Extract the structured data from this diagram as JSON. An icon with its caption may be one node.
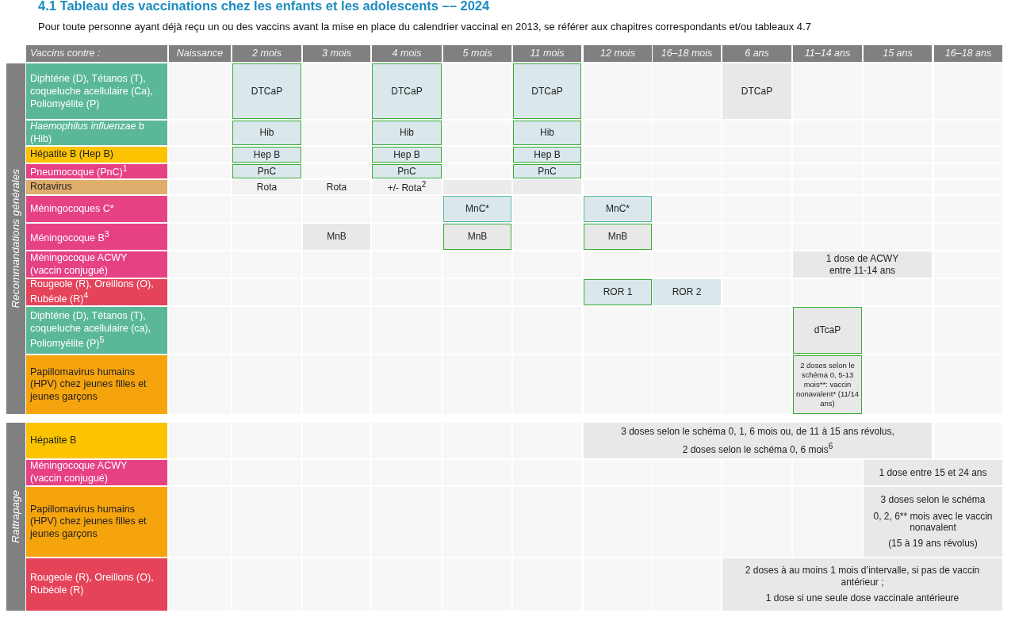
{
  "diagram": {
    "title": "4.1 Tableau des vaccinations chez les enfants et les adolescents –– 2024",
    "labels": [
      "Pour toute personne ayant déjà reçu un ou des vaccins avant la mise en place du calendrier vaccinal en 2013, se référer aux chapitres correspondants et/ou tableaux 4.7"
    ],
    "nodes": [
      {
        "text": [
          "Vaccins contre :"
        ]
      },
      {
        "text": [
          "Naissance"
        ]
      },
      {
        "text": [
          "2 mois"
        ]
      },
      {
        "text": [
          "3 mois"
        ]
      },
      {
        "text": [
          "4 mois"
        ]
      },
      {
        "text": [
          "5 mois"
        ]
      },
      {
        "text": [
          "11 mois"
        ]
      },
      {
        "text": [
          "12 mois"
        ]
      },
      {
        "text": [
          "16–18 mois"
        ]
      },
      {
        "text": [
          "6 ans"
        ]
      },
      {
        "text": [
          "11–14 ans"
        ]
      },
      {
        "text": [
          "15 ans"
        ]
      },
      {
        "text": [
          "16–18 ans"
        ]
      },
      {
        "text": [
          "Recommandations générales"
        ]
      },
      {
        "text": [
          "Diphtérie (D), Tétanos (T), coqueluche acellulaire (Ca), Poliomyélite (P)"
        ]
      },
      {
        "text": [
          "DTCaP"
        ]
      },
      {
        "text": [
          "DTCaP"
        ]
      },
      {
        "text": [
          "DTCaP"
        ]
      },
      {
        "text": [
          "DTCaP"
        ]
      },
      {
        "text": [
          "*Haemophilus influenzae* b (Hib)"
        ]
      },
      {
        "text": [
          "Hib"
        ]
      },
      {
        "text": [
          "Hib"
        ]
      },
      {
        "text": [
          "Hib"
        ]
      },
      {
        "text": [
          "Hépatite B (Hep B)"
        ]
      },
      {
        "text": [
          "Hep B"
        ]
      },
      {
        "text": [
          "Hep B"
        ]
      },
      {
        "text": [
          "Hep B"
        ]
      },
      {
        "text": [
          "Pneumocoque (PnC)$^{1}$"
        ]
      },
      {
        "text": [
          "PnC"
        ]
      },
      {
        "text": [
          "PnC"
        ]
      },
      {
        "text": [
          "PnC"
        ]
      },
      {
        "text": [
          "Rotavirus"
        ]
      },
      {
        "text": [
          "Rota"
        ]
      },
      {
        "text": [
          "Rota"
        ]
      },
      {
        "text": [
          "+/- Rota$^{2}$"
        ]
      },
      {
        "text": [],
        "shape": "box"
      },
      {
        "text": [],
        "shape": "box"
      },
      {
        "text": [
          "Méningocoques C*"
        ]
      },
      {
        "text": [
          "MnC*"
        ]
      },
      {
        "text": [
          "MnC*"
        ]
      },
      {
        "text": [
          "Méningocoque B$^{3}$"
        ]
      },
      {
        "text": [
          "MnB"
        ]
      },
      {
        "text": [
          "MnB"
        ]
      },
      {
        "text": [
          "MnB"
        ]
      },
      {
        "text": [
          "Méningocoque ACWY (vaccin conjugué)"
        ]
      },
      {
        "text": [
          "1 dose de ACWY entre 11-14 ans"
        ]
      },
      {
        "text": [
          "Rougeole (R), Oreillons (O), Rubéole (R)$^{4}$"
        ]
      },
      {
        "text": [
          "ROR 1"
        ]
      },
      {
        "text": [
          "ROR 2"
        ]
      },
      {
        "text": [
          "Diphtérie (D), Tétanos (T), coqueluche acellulaire (ca), Poliomyélite (P)$^{5}$"
        ]
      },
      {
        "text": [
          "dTcaP"
        ]
      },
      {
        "text": [
          "Papillomavirus humains (HPV) chez jeunes filles et jeunes garçons"
        ]
      },
      {
        "text": [
          "2 doses selon le schéma 0, 5-13 mois**: vaccin nonavalent* (11/14 ans)"
        ]
      },
      {
        "text": [
          "Rattrapage"
        ]
      },
      {
        "text": [
          "Hépatite B"
        ]
      },
      {
        "text": [
          "3 doses selon le schéma 0, 1, 6 mois ou, de 11 à 15 ans révolus,",
          "2 doses selon le schéma 0, 6 mois$^{6}$"
        ]
      },
      {
        "text": [
          "Méningocoque ACWY (vaccin conjugué)"
        ]
      },
      {
        "text": [
          "1 dose entre 15 et 24 ans"
        ]
      },
      {
        "text": [
          "Papillomavirus humains (HPV) chez jeunes filles et jeunes garçons"
        ]
      },
      {
        "text": [
          "3 doses selon le schéma",
          "0, 2, 6** mois avec le vaccin nonavalent",
          "(15 à 19 ans révolus)"
        ]
      },
      {
        "text": [
          "Rougeole (R), Oreillons (O), Rubéole (R)"
        ]
      },
      {
        "text": [
          "2 doses à au moins 1 mois d’intervalle, si pas de vaccin antérieur ;",
          "1 dose si une seule dose vaccinale antérieure"
        ]
      }
    ]
  }
}
